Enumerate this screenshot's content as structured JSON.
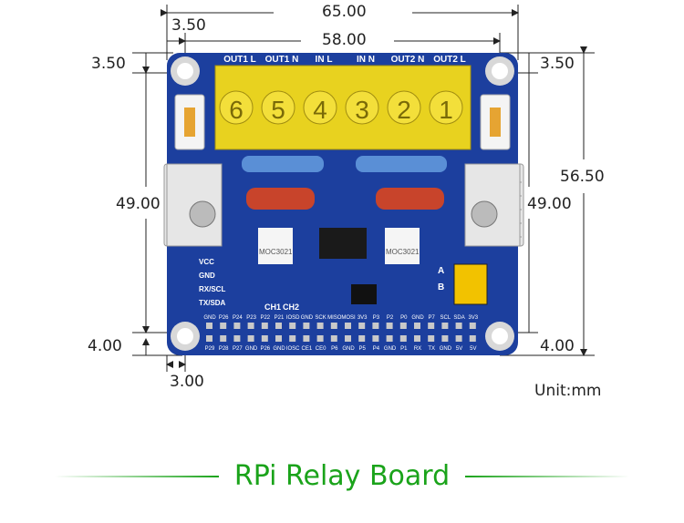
{
  "dimensions": {
    "width_total": "65.00",
    "offset_left": "3.50",
    "hole_spacing": "58.00",
    "top_left": "3.50",
    "top_right": "3.50",
    "height_left": "49.00",
    "height_right_inner": "49.00",
    "height_total": "56.50",
    "bottom_left": "4.00",
    "bottom_right": "4.00",
    "bottom_offset": "3.00"
  },
  "unit_label": "Unit:mm",
  "title": "RPi Relay Board",
  "terminal_labels": [
    "OUT1 L",
    "OUT1 N",
    "IN L",
    "IN N",
    "OUT2 N",
    "OUT2 L"
  ],
  "terminal_numbers": [
    "6",
    "5",
    "4",
    "3",
    "2",
    "1"
  ],
  "uart_labels": [
    "VCC",
    "GND",
    "RX/SCL",
    "TX/SDA"
  ],
  "header_top": [
    "GND",
    "P26",
    "P24",
    "P23",
    "P22",
    "P21",
    "IOSD",
    "GND",
    "SCK",
    "MISO",
    "MOSI",
    "3V3",
    "P3",
    "P2",
    "P0",
    "GND",
    "P7",
    "SCL",
    "SDA",
    "3V3"
  ],
  "header_bottom": [
    "P29",
    "P28",
    "P27",
    "GND",
    "P26",
    "GND",
    "IOSC",
    "CE1",
    "CE0",
    "P6",
    "GND",
    "P5",
    "P4",
    "GND",
    "P1",
    "RX",
    "TX",
    "GND",
    "5V",
    "5V"
  ],
  "ic_labels": [
    "MOC3021",
    "MOC3021"
  ],
  "channel_labels": [
    "CH1",
    "CH2"
  ],
  "jumper_labels": [
    "A",
    "B"
  ],
  "colors": {
    "board": "#1c3f9e",
    "title": "#1aa31a",
    "terminal": "#e8d21f"
  }
}
